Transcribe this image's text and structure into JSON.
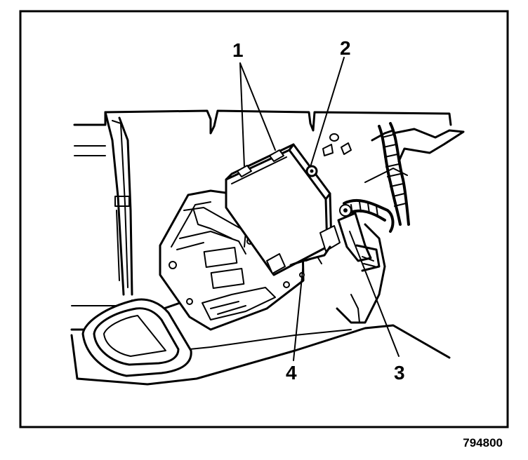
{
  "diagram": {
    "figure_number": "794800",
    "callouts": [
      {
        "id": "1",
        "label": "1"
      },
      {
        "id": "2",
        "label": "2"
      },
      {
        "id": "3",
        "label": "3"
      },
      {
        "id": "4",
        "label": "4"
      }
    ]
  }
}
